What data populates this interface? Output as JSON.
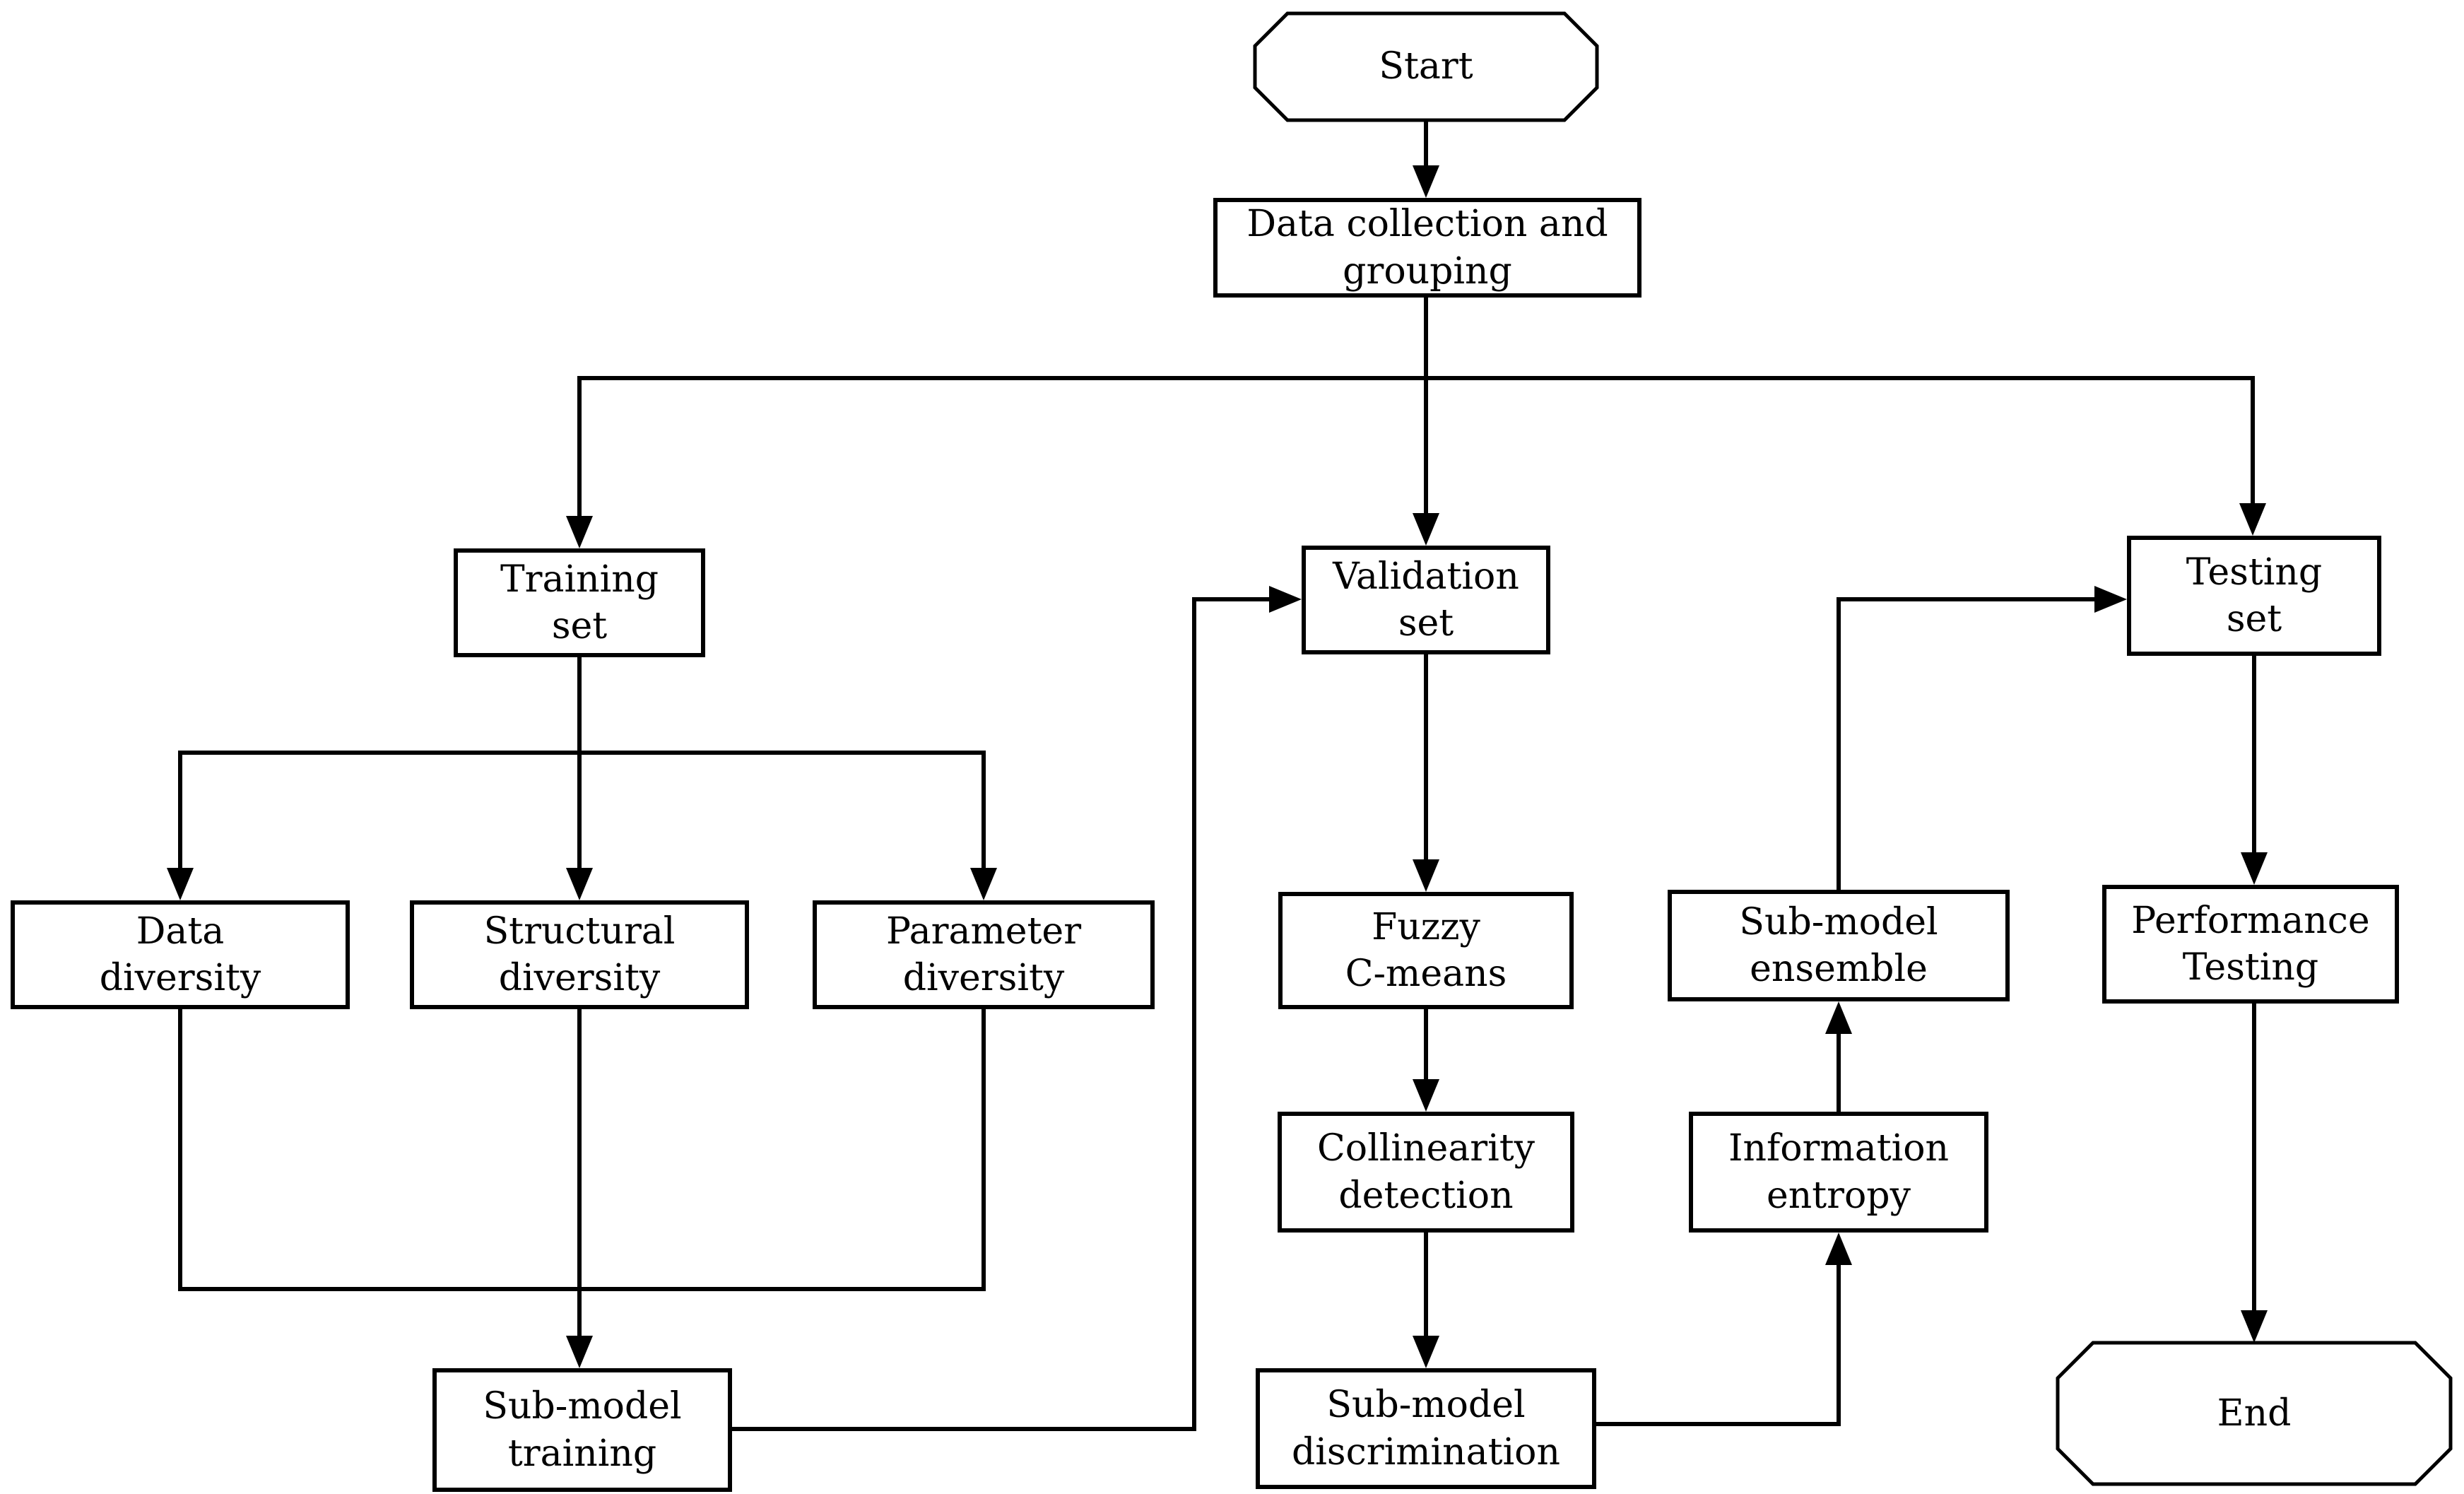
{
  "diagram": {
    "colors": {
      "background": "#ffffff",
      "line": "#000000",
      "node_fill": "#ffffff",
      "node_border": "#000000",
      "text": "#000000"
    },
    "nodes": {
      "start": {
        "label": "Start",
        "shape": "octagon"
      },
      "data_collection": {
        "label": "Data collection and\ngrouping",
        "shape": "rect"
      },
      "training_set": {
        "label": "Training\nset",
        "shape": "rect"
      },
      "validation_set": {
        "label": "Validation\nset",
        "shape": "rect"
      },
      "testing_set": {
        "label": "Testing\nset",
        "shape": "rect"
      },
      "data_diversity": {
        "label": "Data\ndiversity",
        "shape": "rect"
      },
      "structural_diversity": {
        "label": "Structural\ndiversity",
        "shape": "rect"
      },
      "parameter_diversity": {
        "label": "Parameter\ndiversity",
        "shape": "rect"
      },
      "fuzzy_cmeans": {
        "label": "Fuzzy\nC-means",
        "shape": "rect"
      },
      "collinearity_detection": {
        "label": "Collinearity\ndetection",
        "shape": "rect"
      },
      "submodel_training": {
        "label": "Sub-model\ntraining",
        "shape": "rect"
      },
      "submodel_discrimination": {
        "label": "Sub-model\ndiscrimination",
        "shape": "rect"
      },
      "information_entropy": {
        "label": "Information\nentropy",
        "shape": "rect"
      },
      "submodel_ensemble": {
        "label": "Sub-model\nensemble",
        "shape": "rect"
      },
      "performance_testing": {
        "label": "Performance\nTesting",
        "shape": "rect"
      },
      "end": {
        "label": "End",
        "shape": "octagon"
      }
    },
    "edges": [
      {
        "from": "start",
        "to": "data_collection"
      },
      {
        "from": "data_collection",
        "to": "training_set"
      },
      {
        "from": "data_collection",
        "to": "validation_set"
      },
      {
        "from": "data_collection",
        "to": "testing_set"
      },
      {
        "from": "training_set",
        "to": "data_diversity"
      },
      {
        "from": "training_set",
        "to": "structural_diversity"
      },
      {
        "from": "training_set",
        "to": "parameter_diversity"
      },
      {
        "from": "data_diversity",
        "to": "submodel_training"
      },
      {
        "from": "structural_diversity",
        "to": "submodel_training"
      },
      {
        "from": "parameter_diversity",
        "to": "submodel_training"
      },
      {
        "from": "submodel_training",
        "to": "validation_set"
      },
      {
        "from": "validation_set",
        "to": "fuzzy_cmeans"
      },
      {
        "from": "fuzzy_cmeans",
        "to": "collinearity_detection"
      },
      {
        "from": "collinearity_detection",
        "to": "submodel_discrimination"
      },
      {
        "from": "submodel_discrimination",
        "to": "information_entropy"
      },
      {
        "from": "information_entropy",
        "to": "submodel_ensemble"
      },
      {
        "from": "submodel_ensemble",
        "to": "testing_set"
      },
      {
        "from": "testing_set",
        "to": "performance_testing"
      },
      {
        "from": "performance_testing",
        "to": "end"
      }
    ]
  }
}
